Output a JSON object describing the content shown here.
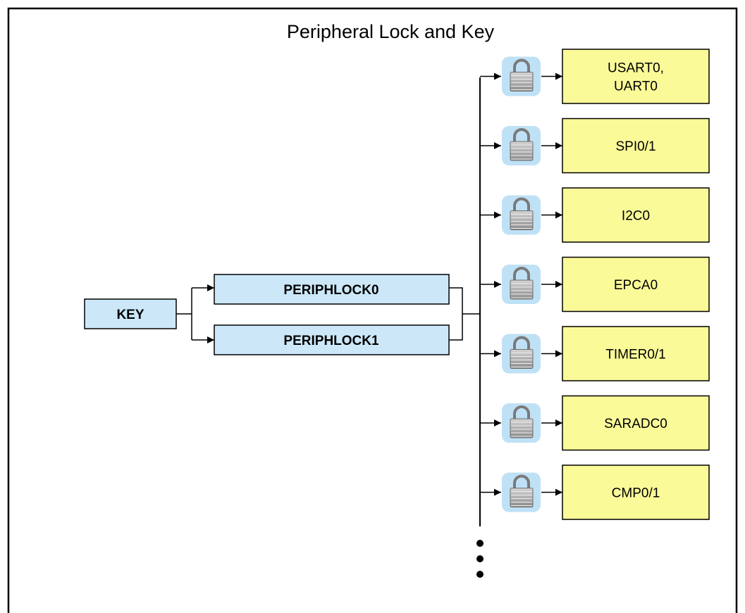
{
  "title": "Peripheral Lock and Key",
  "key": {
    "label": "KEY"
  },
  "locks": [
    {
      "label": "PERIPHLOCK0"
    },
    {
      "label": "PERIPHLOCK1"
    }
  ],
  "peripherals": [
    {
      "line1": "USART0,",
      "line2": "UART0"
    },
    {
      "line1": "SPI0/1",
      "line2": ""
    },
    {
      "line1": "I2C0",
      "line2": ""
    },
    {
      "line1": "EPCA0",
      "line2": ""
    },
    {
      "line1": "TIMER0/1",
      "line2": ""
    },
    {
      "line1": "SARADC0",
      "line2": ""
    },
    {
      "line1": "CMP0/1",
      "line2": ""
    }
  ],
  "colors": {
    "border": "#000000",
    "register_fill": "#cce8f8",
    "peripheral_fill": "#fafa99",
    "padlock_bg": "#bfe1f6",
    "padlock_body": "#a8a8a8"
  },
  "icons": {
    "padlock": "padlock-icon",
    "continuation": "ellipsis-vertical-icon"
  }
}
